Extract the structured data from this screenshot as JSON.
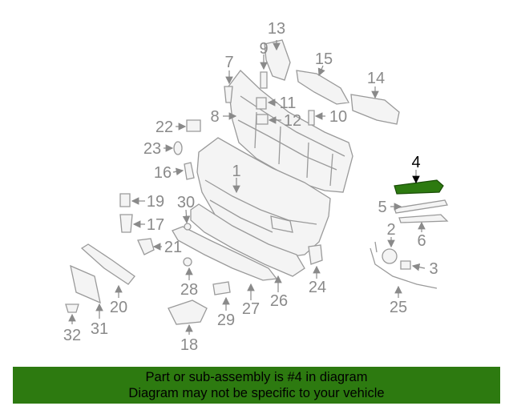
{
  "diagram": {
    "highlighted_callout": "4",
    "highlight_color": "#2d7a10",
    "callouts": {
      "c1": "1",
      "c2": "2",
      "c3": "3",
      "c4": "4",
      "c5": "5",
      "c6": "6",
      "c7": "7",
      "c8": "8",
      "c9": "9",
      "c10": "10",
      "c11": "11",
      "c12": "12",
      "c13": "13",
      "c14": "14",
      "c15": "15",
      "c16": "16",
      "c17": "17",
      "c18": "18",
      "c19": "19",
      "c20": "20",
      "c21": "21",
      "c22": "22",
      "c23": "23",
      "c24": "24",
      "c25": "25",
      "c26": "26",
      "c27": "27",
      "c28": "28",
      "c29": "29",
      "c30": "30",
      "c31": "31",
      "c32": "32"
    }
  },
  "banner": {
    "line1": "Part or sub-assembly is #4 in diagram",
    "line2": "Diagram may not be specific to your vehicle",
    "background": "#2d7a10"
  }
}
